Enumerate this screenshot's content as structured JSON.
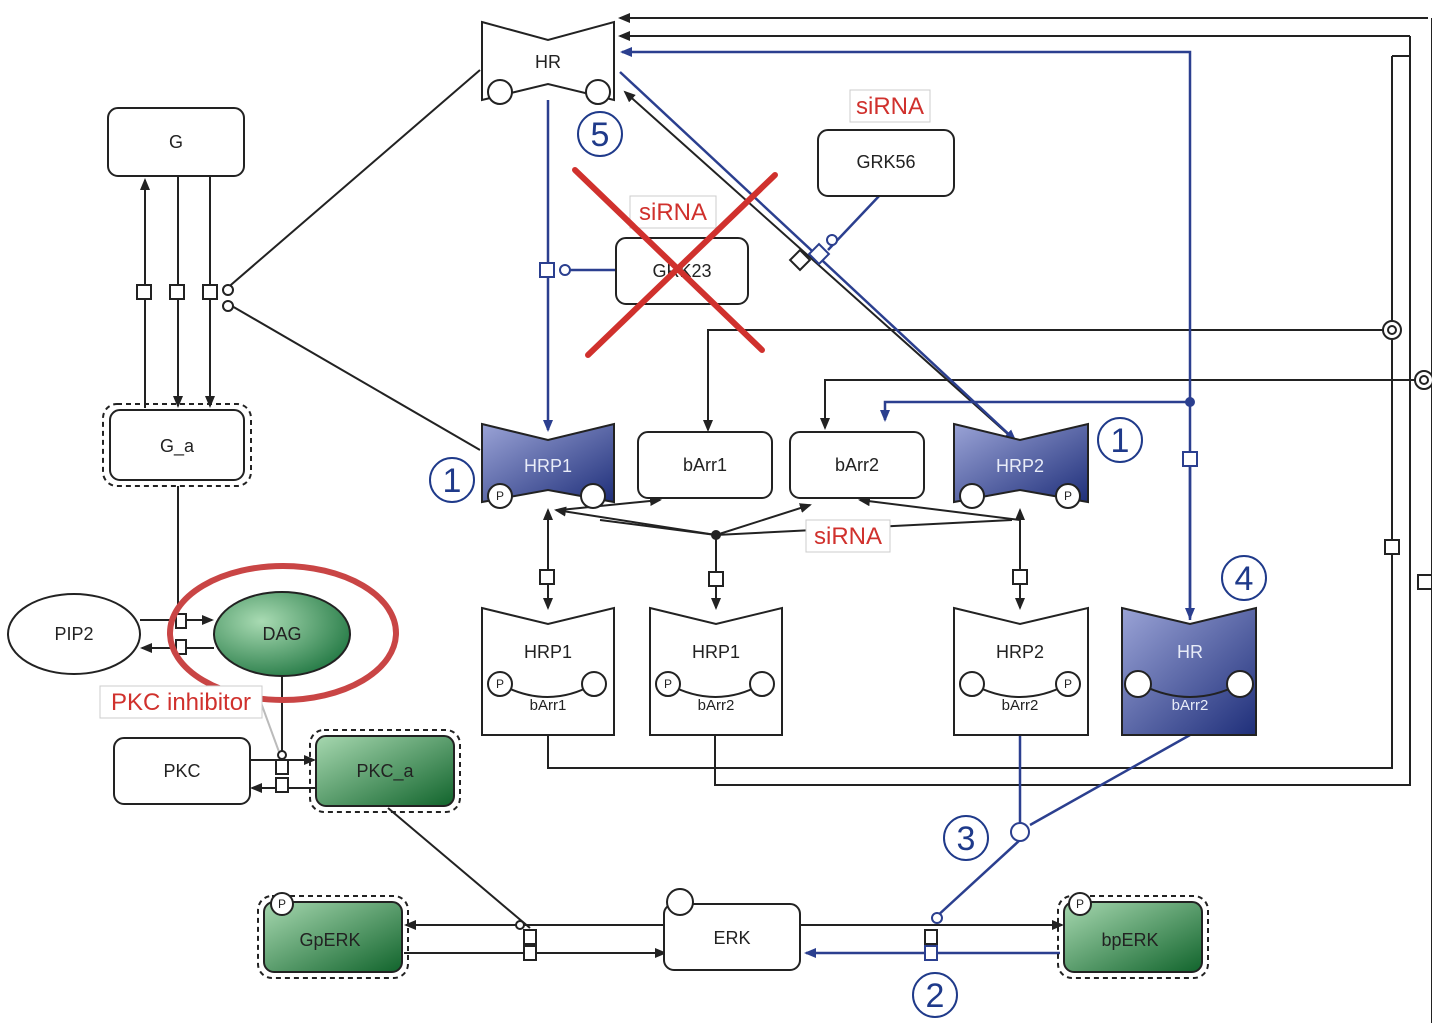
{
  "nodes": {
    "hr_top": "HR",
    "g": "G",
    "g_a": "G_a",
    "grk56": "GRK56",
    "grk23": "GRK23",
    "hrp1": "HRP1",
    "barr1": "bArr1",
    "barr2": "bArr2",
    "hrp2": "HRP2",
    "pip2": "PIP2",
    "dag": "DAG",
    "pkc": "PKC",
    "pkc_a": "PKC_a",
    "c1": {
      "top": "HRP1",
      "bottom": "bArr1"
    },
    "c2": {
      "top": "HRP1",
      "bottom": "bArr2"
    },
    "c3": {
      "top": "HRP2",
      "bottom": "bArr2"
    },
    "c4": {
      "top": "HR",
      "bottom": "bArr2"
    },
    "gperk": "GpERK",
    "erk": "ERK",
    "bperk": "bpERK"
  },
  "annotations": {
    "sirna_grk56": "siRNA",
    "sirna_grk23": "siRNA",
    "sirna_barr2": "siRNA",
    "pkc_inhibitor": "PKC inhibitor",
    "phospho": "P"
  },
  "markers": [
    "1",
    "1",
    "2",
    "3",
    "4",
    "5"
  ],
  "colors": {
    "blue": "#2b3f8f",
    "blue_light": "#7f8ac4",
    "green_dark": "#1e6b36",
    "green_light": "#8cc89a",
    "red": "#d0312d",
    "edge": "#222222"
  }
}
